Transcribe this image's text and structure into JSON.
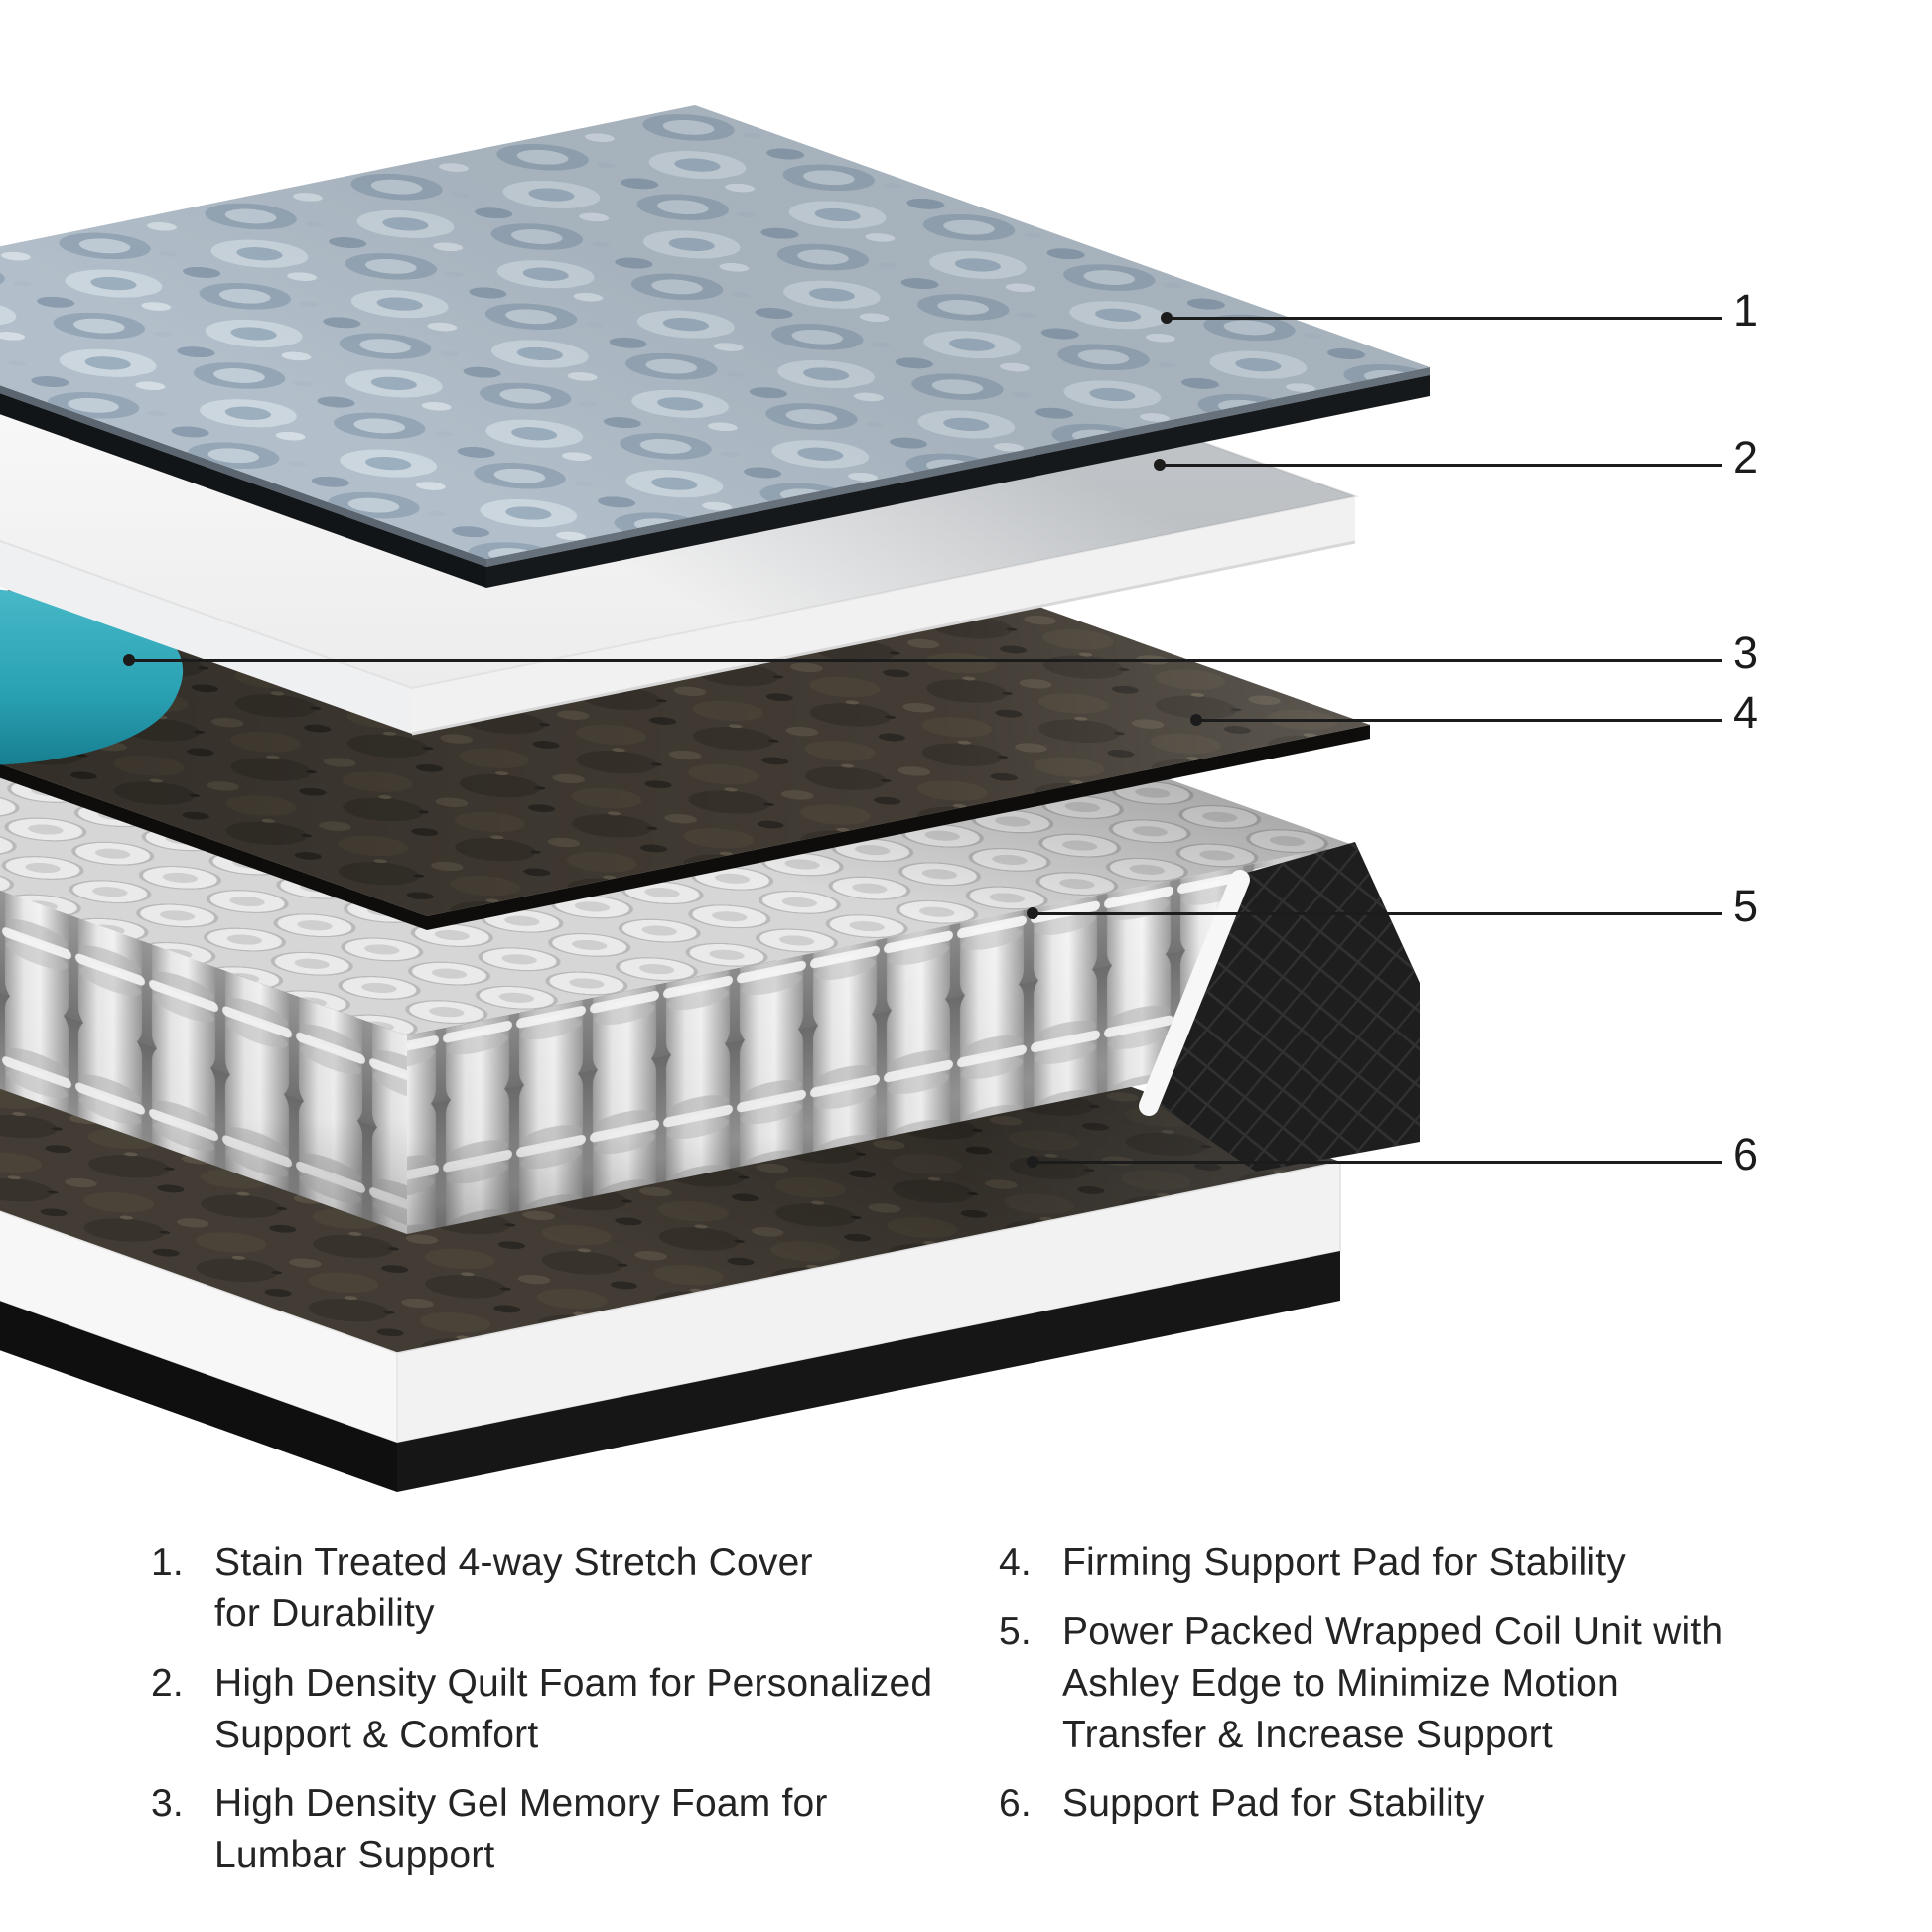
{
  "callouts": [
    {
      "label": "1"
    },
    {
      "label": "2"
    },
    {
      "label": "3"
    },
    {
      "label": "4"
    },
    {
      "label": "5"
    },
    {
      "label": "6"
    }
  ],
  "legend": {
    "left": [
      {
        "number": "1.",
        "text": "Stain Treated 4-way Stretch Cover\nfor Durability"
      },
      {
        "number": "2.",
        "text": "High Density Quilt Foam for Personalized\nSupport & Comfort"
      },
      {
        "number": "3.",
        "text": "High Density Gel Memory Foam for\nLumbar Support"
      }
    ],
    "right": [
      {
        "number": "4.",
        "text": "Firming Support Pad for Stability"
      },
      {
        "number": "5.",
        "text": "Power Packed Wrapped Coil Unit with\nAshley Edge to Minimize Motion\nTransfer & Increase Support"
      },
      {
        "number": "6.",
        "text": "Support Pad for Stability"
      }
    ]
  },
  "colors": {
    "callout_line": "#1C1C1C",
    "legend_text": "#242424",
    "gel_foam_teal": "#2AA2B4",
    "cover_fabric_blue_gray": "#B2BEC9",
    "support_pad_brown": "#423C34",
    "coil_gray": "#D6D6D6",
    "edge_foam_black": "#1E1E1E"
  }
}
